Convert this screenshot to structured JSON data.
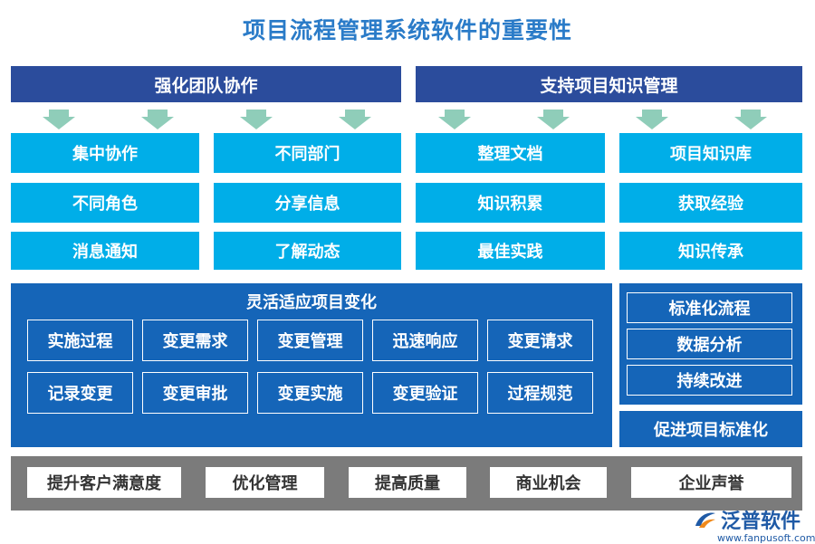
{
  "title": "项目流程管理系统软件的重要性",
  "top_left": {
    "header": "强化团队协作",
    "items": [
      "集中协作",
      "不同部门",
      "不同角色",
      "分享信息",
      "消息通知",
      "了解动态"
    ]
  },
  "top_right": {
    "header": "支持项目知识管理",
    "items": [
      "整理文档",
      "项目知识库",
      "知识积累",
      "获取经验",
      "最佳实践",
      "知识传承"
    ]
  },
  "middle_left": {
    "title": "灵活适应项目变化",
    "items": [
      "实施过程",
      "变更需求",
      "变更管理",
      "迅速响应",
      "变更请求",
      "记录变更",
      "变更审批",
      "变更实施",
      "变更验证",
      "过程规范"
    ]
  },
  "middle_right": {
    "items": [
      "标准化流程",
      "数据分析",
      "持续改进"
    ],
    "footer": "促进项目标准化"
  },
  "bottom": {
    "items": [
      "提升客户满意度",
      "优化管理",
      "提高质量",
      "商业机会",
      "企业声誉"
    ]
  },
  "logo": {
    "name": "泛普软件",
    "url": "www.fanpusoft.com"
  },
  "colors": {
    "header": "#2b4c9c",
    "cyan": "#00aee8",
    "panel": "#1565b8",
    "arrow": "#8fcdb9",
    "gray": "#7b7b7b",
    "title": "#2a7bc8"
  }
}
